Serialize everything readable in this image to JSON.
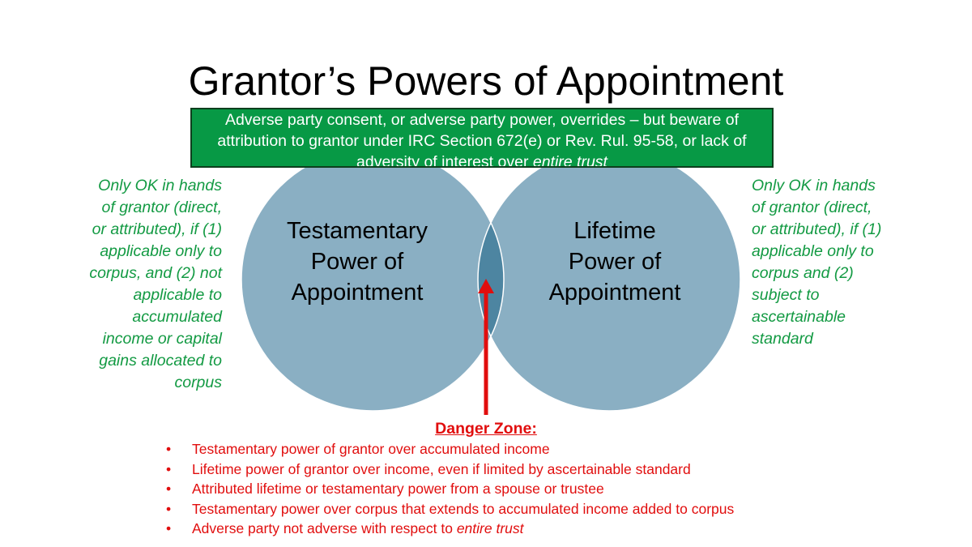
{
  "title": "Grantor’s Powers of Appointment",
  "banner": {
    "text": "Adverse party consent, or adverse party power, overrides – but beware of attribution to grantor under IRC Section 672(e) or Rev. Rul. 95-58, or lack of adversity of interest over ",
    "emphasis": "entire trust"
  },
  "circles": {
    "left_label": "Testamentary\nPower of\nAppointment",
    "right_label": "Lifetime\nPower of\nAppointment",
    "circle_color": "#8aafc3",
    "overlap_color": "#4d85a1"
  },
  "side_notes": {
    "left": "Only OK in hands\nof grantor (direct,\nor attributed), if (1)\napplicable only to\ncorpus, and (2) not\napplicable to\naccumulated\nincome or capital\ngains allocated to\ncorpus",
    "right": "Only OK in hands\nof grantor (direct,\nor attributed), if (1)\napplicable only to\ncorpus and (2)\nsubject to\nascertainable\nstandard"
  },
  "danger": {
    "title": "Danger Zone:",
    "items": [
      {
        "text": "Testamentary power of grantor over accumulated income",
        "emphasis": ""
      },
      {
        "text": "Lifetime power of grantor over income, even if limited by ascertainable standard",
        "emphasis": ""
      },
      {
        "text": "Attributed lifetime or testamentary power from a spouse or trustee",
        "emphasis": ""
      },
      {
        "text": "Testamentary power over corpus that extends to accumulated income added to corpus",
        "emphasis": ""
      },
      {
        "text": "Adverse party not adverse with respect to ",
        "emphasis": "entire trust"
      }
    ],
    "bullet": "•",
    "color": "#e10e0e"
  },
  "colors": {
    "banner_bg": "#079945",
    "note_green": "#139a43",
    "arrow": "#e10e0e"
  }
}
